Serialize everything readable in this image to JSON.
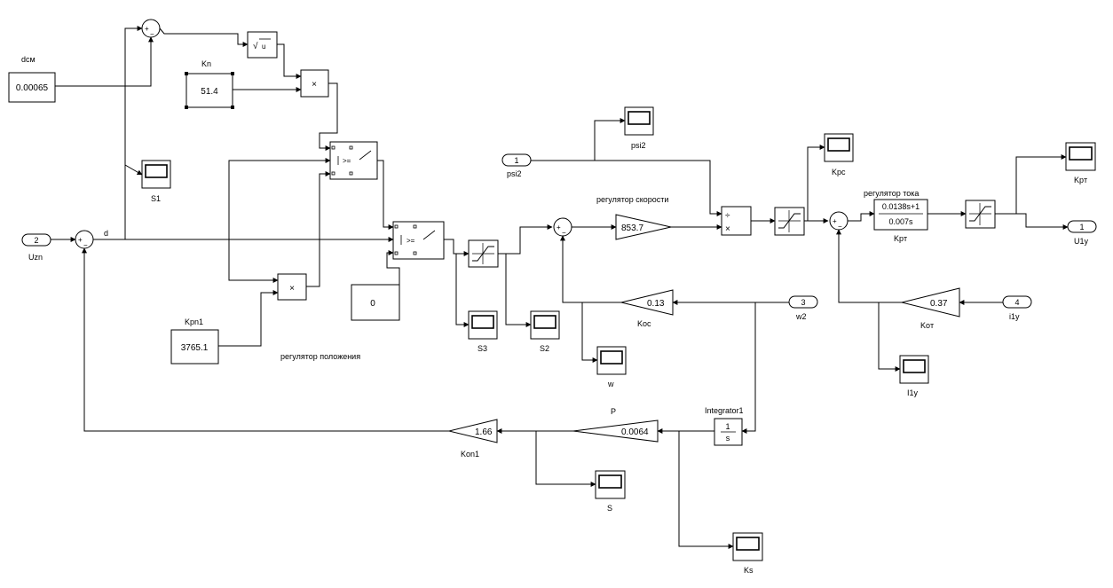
{
  "labels": {
    "dsm": "dсм",
    "kn": "Kn",
    "kpn1": "Kpn1",
    "d": "d",
    "uzn": "Uzn",
    "psi2": "psi2",
    "w2": "w2",
    "i1y": "i1y",
    "u1y": "U1y",
    "s1": "S1",
    "s2": "S2",
    "s3": "S3",
    "s": "S",
    "ks": "Ks",
    "w": "w",
    "i1y_scope": "I1y",
    "kpc": "Kpc",
    "kpt_scope": "Kpт",
    "psi2_scope": "psi2",
    "kpt_tf": "Kpт",
    "kos": "Koc",
    "kot": "Koт",
    "kon1": "Kon1",
    "p": "P",
    "integrator": "Integrator1",
    "reg_pos": "регулятор положения",
    "reg_speed": "регулятор скорости",
    "reg_current": "регулятор тока"
  },
  "values": {
    "dsm": "0.00065",
    "kn": "51.4",
    "kpn1": "3765.1",
    "zero": "0",
    "kspeed": "853.7",
    "kos": "0.13",
    "kot": "0.37",
    "kon1": "1.66",
    "p": "0.0064",
    "tf_num": "0.0138s+1",
    "tf_den": "0.007s",
    "int_num": "1",
    "int_den": "s"
  },
  "ports": {
    "uzn": "2",
    "psi2": "1",
    "w2": "3",
    "i1y": "4",
    "u1y": "1"
  },
  "glyphs": {
    "sqrt": "√",
    "u": "u",
    "mult": "×",
    "div": "÷",
    "ge": ">=",
    "plus": "+",
    "minus": "−"
  }
}
